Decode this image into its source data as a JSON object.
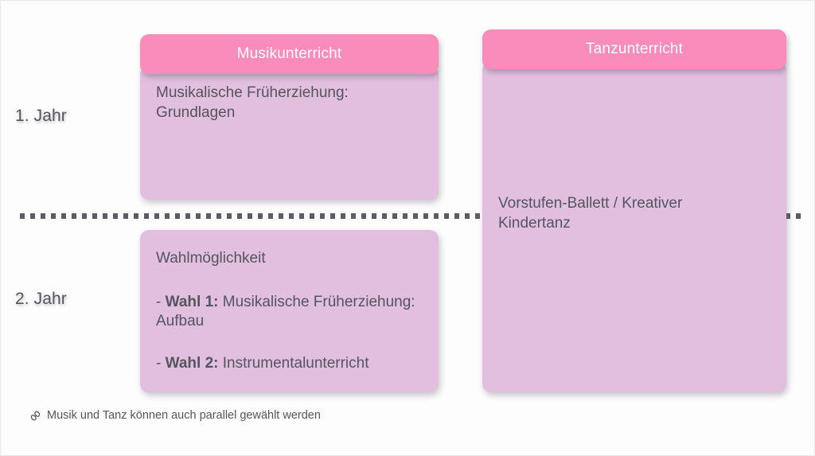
{
  "colors": {
    "header_pink": "#f98cba",
    "body_purple": "#e2bedf",
    "text_slate": "#53565f",
    "divider_dot": "#5a5d66",
    "background": "#fdfdfd"
  },
  "year_labels": [
    {
      "id": "year-1",
      "text": "1. Jahr"
    },
    {
      "id": "year-2",
      "text": "2. Jahr"
    }
  ],
  "columns": {
    "music": {
      "header": "Musikunterricht",
      "year1": {
        "line1": "Musikalische Früherziehung:",
        "line2": "Grundlagen"
      },
      "year2": {
        "title": "Wahlmöglichkeit",
        "choices": [
          {
            "marker": "- ",
            "label": "Wahl 1:",
            "text": " Musikalische Früherziehung: Aufbau"
          },
          {
            "marker": "- ",
            "label": "Wahl 2:",
            "text": " Instrumentalunterricht"
          }
        ]
      }
    },
    "dance": {
      "header": "Tanzunterricht",
      "line1": "Vorstufen-Ballett / Kreativer",
      "line2": "Kindertanz"
    }
  },
  "footnote": {
    "icon": "link-icon",
    "text": "Musik und Tanz können auch parallel gewählt werden"
  }
}
